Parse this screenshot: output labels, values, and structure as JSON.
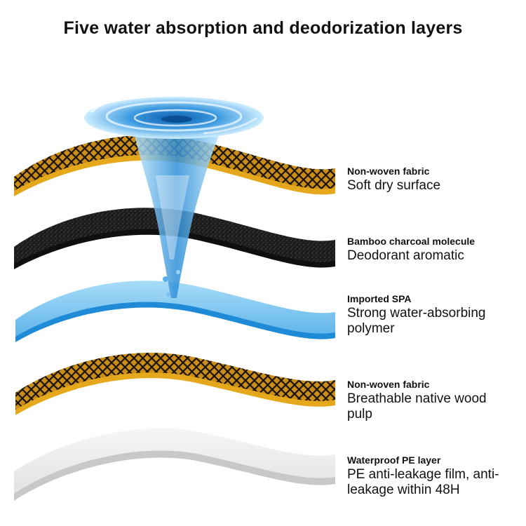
{
  "title": "Five water absorption and deodorization layers",
  "layers": [
    {
      "name": "Non-woven fabric",
      "description": "Soft dry surface"
    },
    {
      "name": "Bamboo charcoal molecule",
      "description": "Deodorant aromatic"
    },
    {
      "name": "Imported SPA",
      "description": "Strong water-absorbing polymer"
    },
    {
      "name": "Non-woven fabric",
      "description": "Breathable native wood pulp"
    },
    {
      "name": "Waterproof PE layer",
      "description": "PE anti-leakage film, anti-leakage within 48H"
    }
  ],
  "colors": {
    "fabric_fill": "#c98d18",
    "fabric_edge": "#e5a81c",
    "fabric_mesh": "#1a1206",
    "charcoal": "#1c1c1c",
    "polymer": "#7fc4ef",
    "polymer_edge": "#1f8ad6",
    "pe": "#ececec",
    "pe_edge": "#c8c8c8",
    "water": "#2f8fd8"
  }
}
